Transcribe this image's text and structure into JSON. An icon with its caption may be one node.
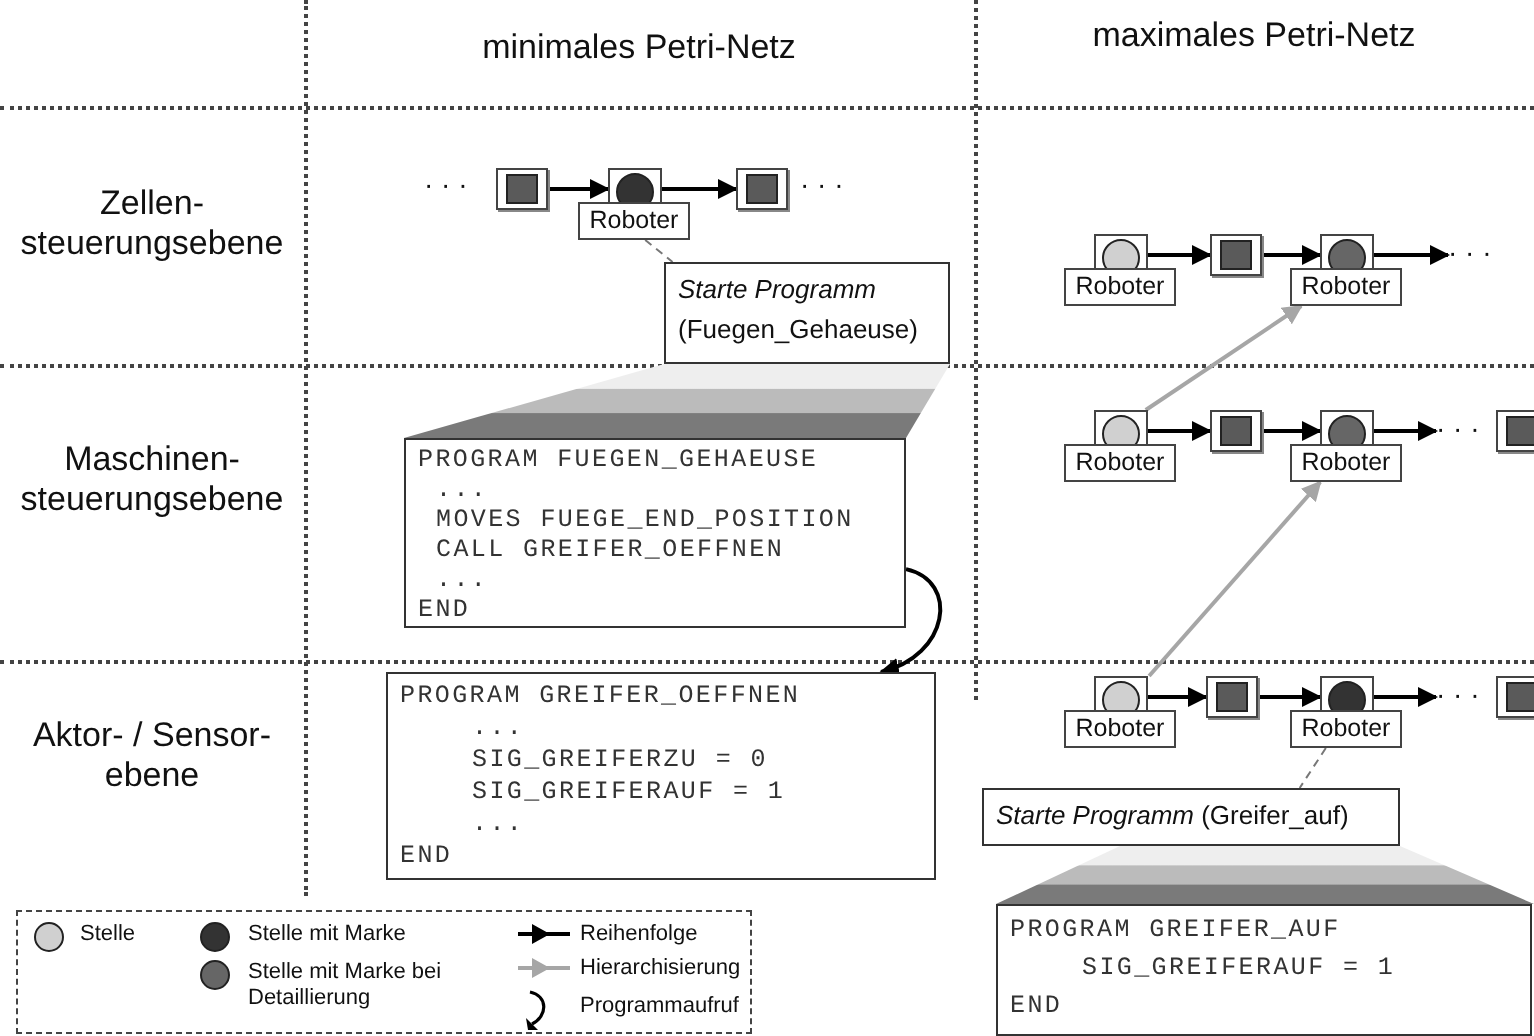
{
  "diagram": {
    "nodes": [
      {
        "text": [],
        "shape": "box"
      },
      {
        "text": [
          "Roboter"
        ]
      },
      {
        "text": [],
        "shape": "box"
      },
      {
        "text": [
          "Starte Programm",
          "(Fuegen_Gehaeuse)"
        ]
      },
      {
        "text": [
          "PROGRAM FUEGEN_GEHAEUSE",
          "...",
          "MOVES FUEGE_END_POSITION",
          "CALL GREIFER_OEFFNEN",
          "...",
          "END"
        ]
      },
      {
        "text": [
          "PROGRAM GREIFER_OEFFNEN",
          "...",
          "SIG_GREIFERZU = 0",
          "SIG_GREIFERAUF = 1",
          "...",
          "END"
        ]
      },
      {
        "text": [
          "Roboter"
        ]
      },
      {
        "text": [],
        "shape": "box"
      },
      {
        "text": [
          "Roboter"
        ]
      },
      {
        "text": [
          "Roboter"
        ]
      },
      {
        "text": [],
        "shape": "box"
      },
      {
        "text": [
          "Roboter"
        ]
      },
      {
        "text": [],
        "shape": "box"
      },
      {
        "text": [
          "Roboter"
        ]
      },
      {
        "text": [],
        "shape": "box"
      },
      {
        "text": [
          "Roboter"
        ]
      },
      {
        "text": [],
        "shape": "box"
      },
      {
        "text": [
          "*Starte Programm* (Greifer_auf)"
        ]
      },
      {
        "text": [
          "PROGRAM GREIFER_AUF",
          "SIG_GREIFERAUF = 1",
          "END"
        ]
      },
      {
        "text": [
          "· · ·"
        ]
      },
      {
        "text": [
          "· · ·"
        ]
      },
      {
        "text": [
          "· · ·"
        ]
      }
    ],
    "edges": [
      {
        "from": 0,
        "to": 1,
        "arrow": "to"
      },
      {
        "from": 1,
        "to": 2,
        "arrow": "to"
      },
      {
        "from": 1,
        "to": 3,
        "arrow": "none",
        "style": "dashed",
        "color": "#777777"
      },
      {
        "from": 4,
        "to": 5,
        "arrow": "to"
      },
      {
        "from": 6,
        "to": 7,
        "arrow": "to"
      },
      {
        "from": 7,
        "to": 8,
        "arrow": "to"
      },
      {
        "from": 8,
        "to": 19,
        "arrow": "to"
      },
      {
        "from": 9,
        "to": 10,
        "arrow": "to"
      },
      {
        "from": 10,
        "to": 11,
        "arrow": "to"
      },
      {
        "from": 11,
        "to": 20,
        "arrow": "to"
      },
      {
        "from": 9,
        "to": 8,
        "arrow": "to",
        "color": "#a6a6a6"
      },
      {
        "from": 13,
        "to": 14,
        "arrow": "to"
      },
      {
        "from": 14,
        "to": 15,
        "arrow": "to"
      },
      {
        "from": 15,
        "to": 21,
        "arrow": "to"
      },
      {
        "from": 13,
        "to": 11,
        "arrow": "to",
        "color": "#a6a6a6"
      },
      {
        "from": 15,
        "to": 17,
        "arrow": "none",
        "style": "dashed",
        "color": "#777777"
      }
    ],
    "labels": [
      "minimales Petri-Netz",
      "maximales Petri-Netz",
      "Zellen- steuerungsebene",
      "· · ·",
      "· · ·",
      "Maschinen- steuerungsebene",
      "Aktor- / Sensor- ebene"
    ],
    "legend": [
      {
        "text": "Stelle",
        "color": "#d0d0d0"
      },
      {
        "text": "Stelle mit Marke",
        "color": "#333333"
      },
      {
        "text": "Stelle mit Marke bei Detaillierung",
        "color": "#666666"
      },
      {
        "text": "Reihenfolge"
      },
      {
        "text": "Hierarchisierung"
      },
      {
        "text": "Programmaufruf"
      }
    ]
  }
}
